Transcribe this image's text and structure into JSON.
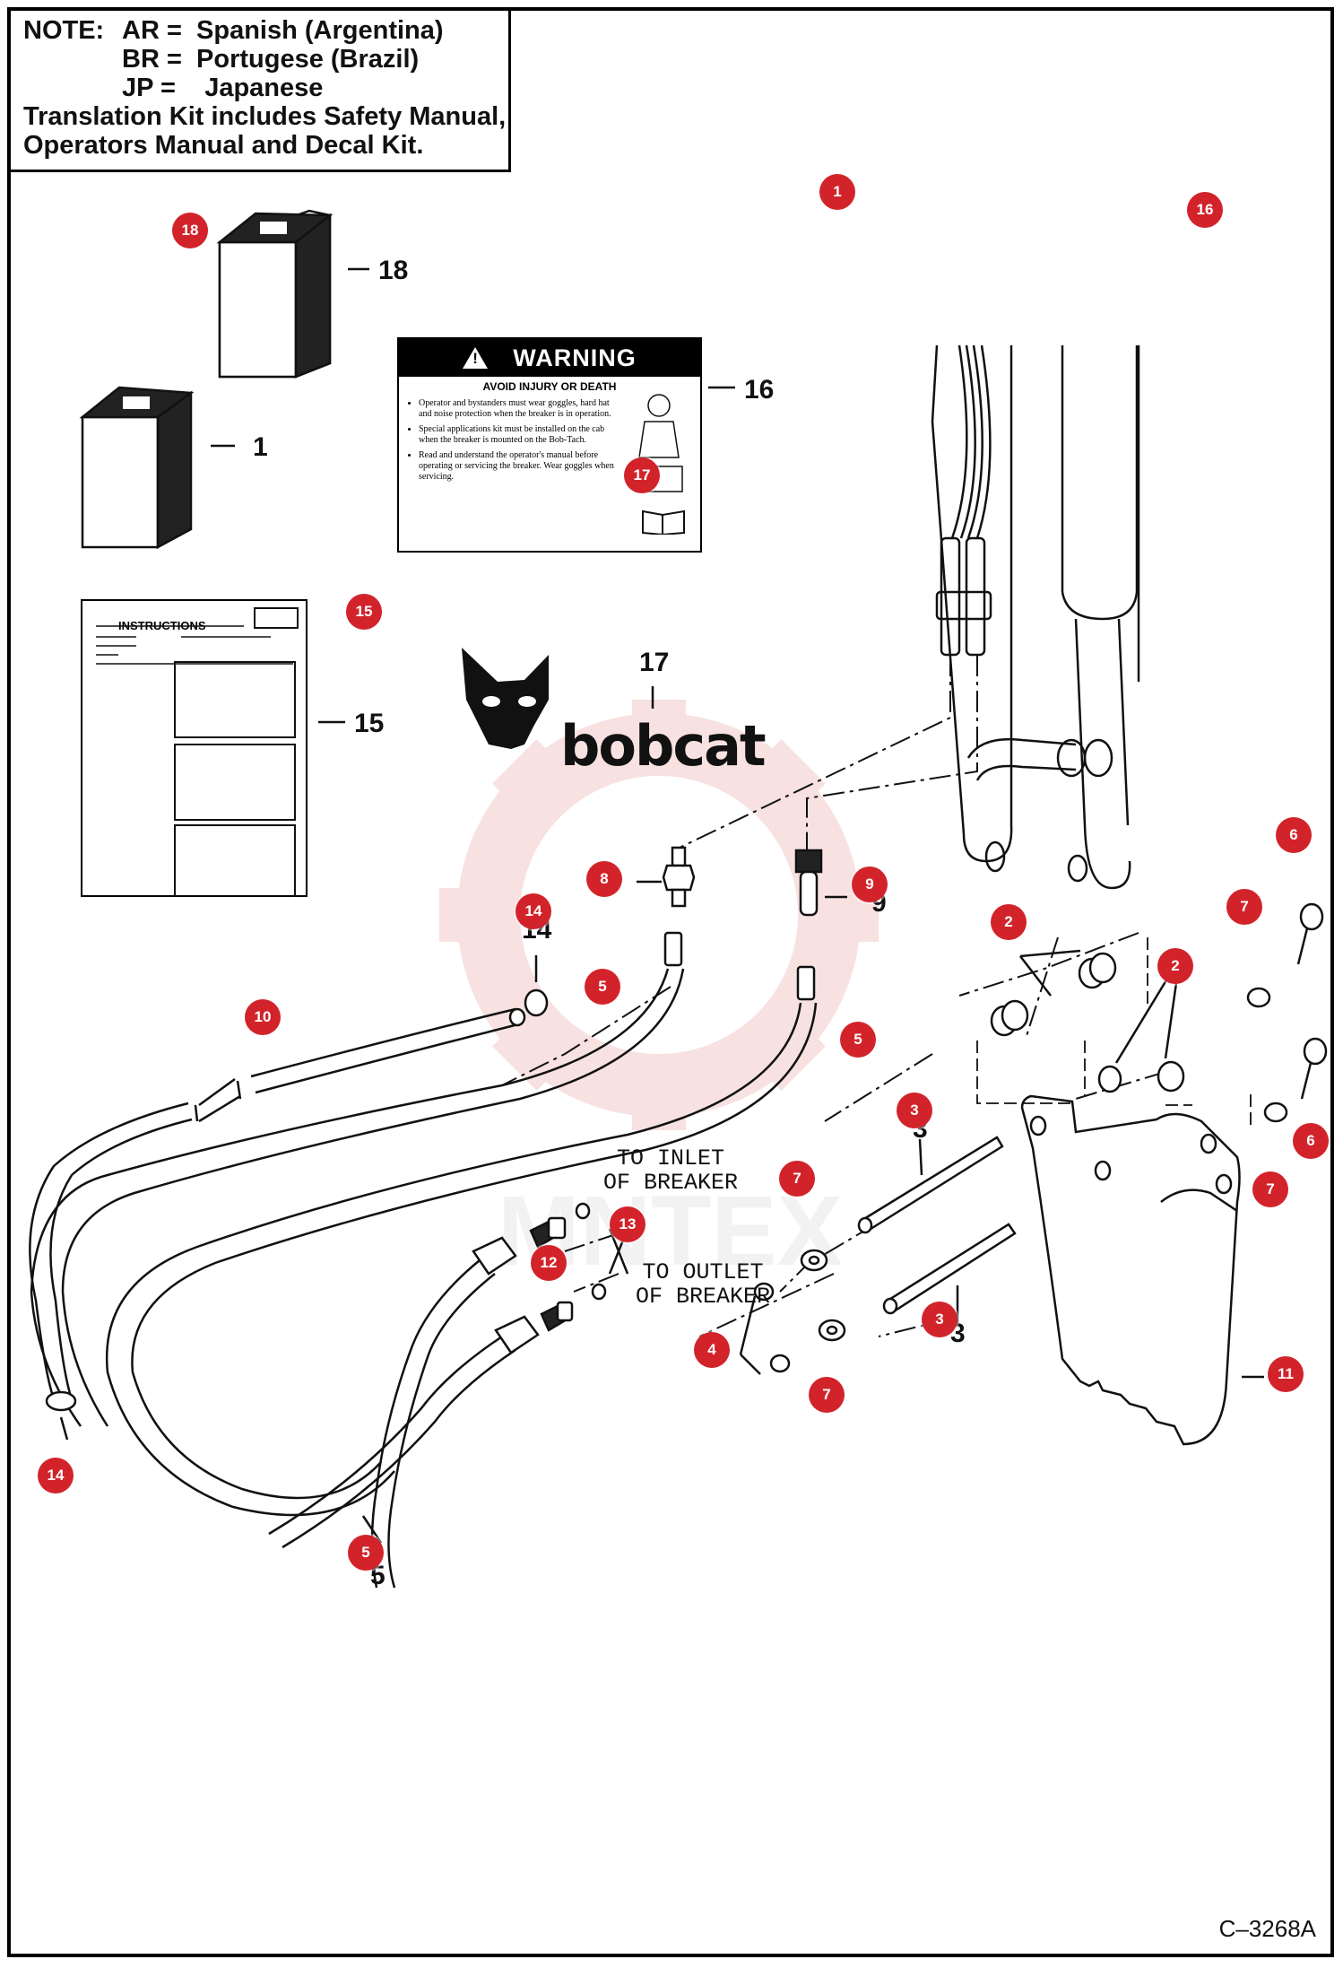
{
  "note": {
    "prefix": "NOTE:",
    "languages": [
      {
        "code": "AR =",
        "name": "Spanish (Argentina)"
      },
      {
        "code": "BR =",
        "name": "Portugese (Brazil)"
      },
      {
        "code": "JP =",
        "name": "Japanese"
      }
    ],
    "kit_line1": "Translation Kit includes Safety Manual,",
    "kit_line2": "Operators Manual and Decal Kit."
  },
  "warning_decal": {
    "heading": "WARNING",
    "subheading": "AVOID INJURY OR DEATH",
    "items": [
      "Operator and bystanders must wear goggles, hard hat and noise protection when the breaker is in operation.",
      "Special applications kit must be installed on the cab when the breaker is mounted on the Bob-Tach.",
      "Read and understand the operator's manual before operating or servicing the breaker. Wear goggles when servicing."
    ]
  },
  "instruction_sheet": {
    "title": "INSTRUCTIONS"
  },
  "brand": {
    "wordmark": "bobcat"
  },
  "text_labels": {
    "inlet": [
      "TO INLET",
      "OF BREAKER"
    ],
    "outlet": [
      "TO OUTLET",
      "OF BREAKER"
    ]
  },
  "part_labels": [
    {
      "id": "pl18",
      "text": "18"
    },
    {
      "id": "pl1",
      "text": "1"
    },
    {
      "id": "pl16",
      "text": "16"
    },
    {
      "id": "pl15",
      "text": "15"
    },
    {
      "id": "pl17",
      "text": "17"
    },
    {
      "id": "pl5a",
      "text": "5"
    },
    {
      "id": "pl3a",
      "text": "3"
    },
    {
      "id": "pl3b",
      "text": "3"
    },
    {
      "id": "pl14",
      "text": "14"
    },
    {
      "id": "pl9",
      "text": "9"
    }
  ],
  "callouts": [
    {
      "n": "1"
    },
    {
      "n": "16"
    },
    {
      "n": "18"
    },
    {
      "n": "17"
    },
    {
      "n": "15"
    },
    {
      "n": "8"
    },
    {
      "n": "9"
    },
    {
      "n": "14"
    },
    {
      "n": "5"
    },
    {
      "n": "5"
    },
    {
      "n": "10"
    },
    {
      "n": "6"
    },
    {
      "n": "7"
    },
    {
      "n": "2"
    },
    {
      "n": "2"
    },
    {
      "n": "3"
    },
    {
      "n": "7"
    },
    {
      "n": "13"
    },
    {
      "n": "12"
    },
    {
      "n": "7"
    },
    {
      "n": "6"
    },
    {
      "n": "3"
    },
    {
      "n": "4"
    },
    {
      "n": "7"
    },
    {
      "n": "11"
    },
    {
      "n": "14"
    },
    {
      "n": "5"
    },
    {
      "n": "7"
    }
  ],
  "drawing_code": "C–3268A",
  "colors": {
    "callout": "#d2232a",
    "line": "#111111",
    "watermark": "#f3c9c9"
  }
}
